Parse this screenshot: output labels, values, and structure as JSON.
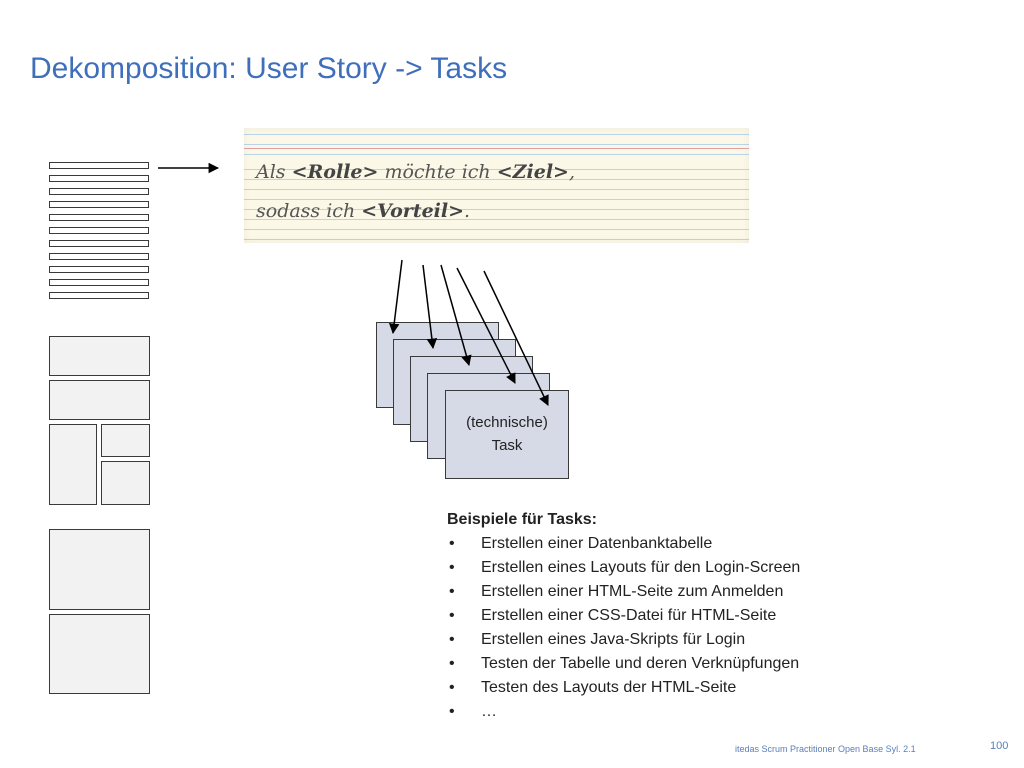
{
  "title": "Dekomposition: User Story -> Tasks",
  "card": {
    "line1": {
      "pre": "Als ",
      "role": "<Rolle>",
      "mid": " möchte ich ",
      "goal": "<Ziel>",
      "post": ","
    },
    "line2": {
      "pre": "sodass ich ",
      "benefit": "<Vorteil>",
      "post": "."
    }
  },
  "task": {
    "label_line1": "(technische)",
    "label_line2": "Task"
  },
  "examples": {
    "heading": "Beispiele für Tasks:",
    "items": [
      "Erstellen einer Datenbanktabelle",
      "Erstellen eines Layouts für den Login-Screen",
      "Erstellen einer HTML-Seite zum Anmelden",
      "Erstellen einer CSS-Datei für HTML-Seite",
      "Erstellen eines Java-Skripts für Login",
      "Testen der Tabelle und deren Verknüpfungen",
      "Testen des Layouts der HTML-Seite",
      "…"
    ]
  },
  "footer": "itedas Scrum Practitioner Open Base Syl. 2.1",
  "page_number": "100"
}
